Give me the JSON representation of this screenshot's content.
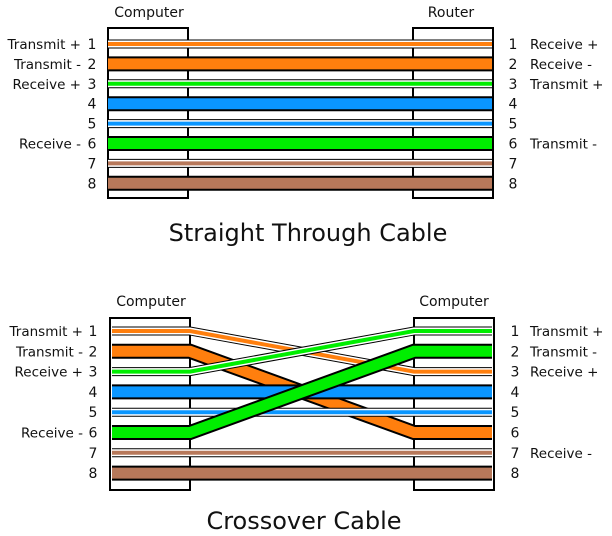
{
  "colors": {
    "orange": "#ff7f0e",
    "green": "#00ee00",
    "blue": "#0a96ff",
    "brown": "#b7785a",
    "outline": "#000000",
    "stripe": "#ffffff"
  },
  "straight": {
    "title": "Straight Through Cable",
    "left_header": "Computer",
    "right_header": "Router",
    "pins": [
      "1",
      "2",
      "3",
      "4",
      "5",
      "6",
      "7",
      "8"
    ],
    "left_labels": [
      "Transmit +",
      "Transmit -",
      "Receive +",
      "",
      "",
      "Receive -",
      "",
      ""
    ],
    "right_labels": [
      "Receive +",
      "Receive -",
      "Transmit +",
      "",
      "",
      "Transmit -",
      "",
      ""
    ],
    "wires": [
      {
        "from": 1,
        "to": 1,
        "color": "orange",
        "striped": true
      },
      {
        "from": 2,
        "to": 2,
        "color": "orange",
        "striped": false
      },
      {
        "from": 3,
        "to": 3,
        "color": "green",
        "striped": true
      },
      {
        "from": 4,
        "to": 4,
        "color": "blue",
        "striped": false
      },
      {
        "from": 5,
        "to": 5,
        "color": "blue",
        "striped": true
      },
      {
        "from": 6,
        "to": 6,
        "color": "green",
        "striped": false
      },
      {
        "from": 7,
        "to": 7,
        "color": "brown",
        "striped": true
      },
      {
        "from": 8,
        "to": 8,
        "color": "brown",
        "striped": false
      }
    ]
  },
  "crossover": {
    "title": "Crossover Cable",
    "left_header": "Computer",
    "right_header": "Computer",
    "pins": [
      "1",
      "2",
      "3",
      "4",
      "5",
      "6",
      "7",
      "8"
    ],
    "left_labels": [
      "Transmit +",
      "Transmit -",
      "Receive +",
      "",
      "",
      "Receive -",
      "",
      ""
    ],
    "right_labels": [
      "Transmit +",
      "Transmit -",
      "Receive +",
      "",
      "",
      "",
      "Receive -",
      ""
    ],
    "wires": [
      {
        "from": 1,
        "to": 3,
        "color": "orange",
        "striped": true
      },
      {
        "from": 2,
        "to": 6,
        "color": "orange",
        "striped": false
      },
      {
        "from": 3,
        "to": 1,
        "color": "green",
        "striped": true
      },
      {
        "from": 4,
        "to": 4,
        "color": "blue",
        "striped": false
      },
      {
        "from": 5,
        "to": 5,
        "color": "blue",
        "striped": true
      },
      {
        "from": 6,
        "to": 2,
        "color": "green",
        "striped": false
      },
      {
        "from": 7,
        "to": 7,
        "color": "brown",
        "striped": true
      },
      {
        "from": 8,
        "to": 8,
        "color": "brown",
        "striped": false
      }
    ]
  }
}
